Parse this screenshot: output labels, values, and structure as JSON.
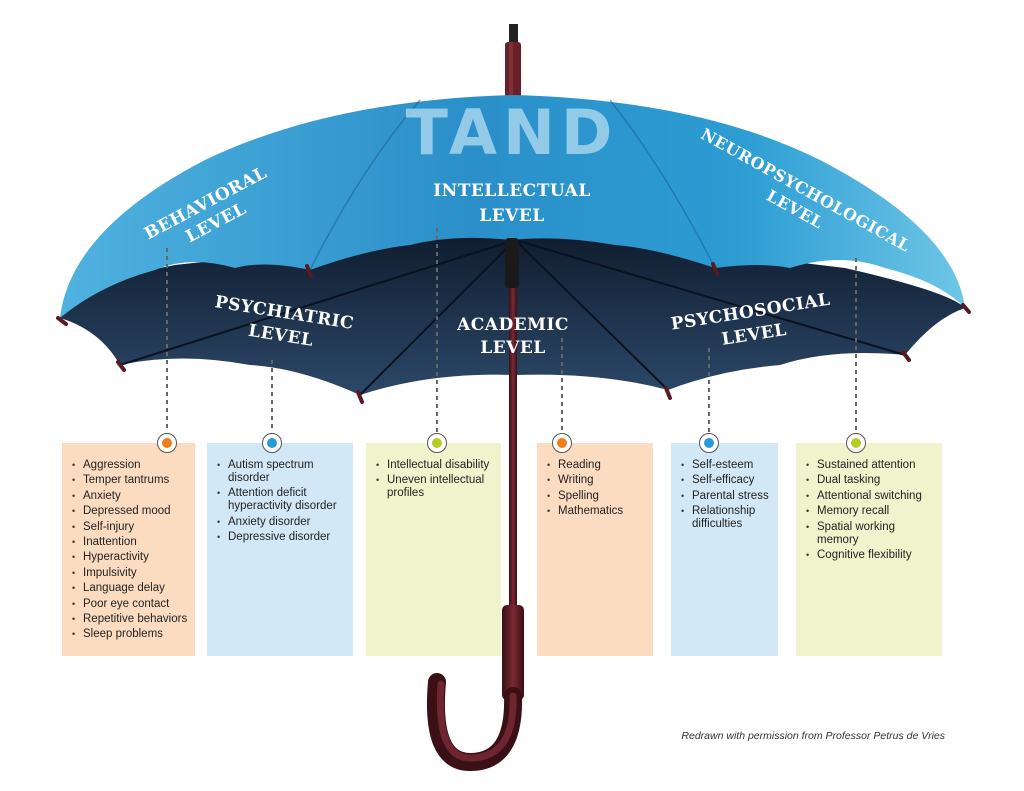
{
  "title": "TAND",
  "canopy_labels": {
    "behavioral": [
      "BEHAVIORAL",
      "LEVEL"
    ],
    "intellectual": [
      "INTELLECTUAL",
      "LEVEL"
    ],
    "neuropsychological": [
      "NEUROPSYCHOLOGICAL",
      "LEVEL"
    ],
    "psychiatric": [
      "PSYCHIATRIC",
      "LEVEL"
    ],
    "academic": [
      "ACADEMIC",
      "LEVEL"
    ],
    "psychosocial": [
      "PSYCHOSOCIAL",
      "LEVEL"
    ]
  },
  "colors": {
    "canopy_top": "#3aa6d6",
    "canopy_dark": "#1f3550",
    "peach_box": "#fbdcc0",
    "blue_box": "#d3e8f6",
    "yellow_box": "#f0f3cb",
    "orange_dot": "#ef7d1a",
    "blue_dot": "#2a9ad7",
    "green_dot": "#b5cc22",
    "handle": "#5a1a22"
  },
  "boxes": [
    {
      "level": "behavioral",
      "items": [
        "Aggression",
        "Temper tantrums",
        "Anxiety",
        "Depressed mood",
        "Self-injury",
        "Inattention",
        "Hyperactivity",
        "Impulsivity",
        "Language delay",
        "Poor eye contact",
        "Repetitive behaviors",
        "Sleep problems"
      ]
    },
    {
      "level": "psychiatric",
      "items": [
        "Autism spectrum disorder",
        "Attention deficit hyperactivity disorder",
        "Anxiety disorder",
        "Depressive disorder"
      ]
    },
    {
      "level": "intellectual",
      "items": [
        "Intellectual disability",
        "Uneven intellectual profiles"
      ]
    },
    {
      "level": "academic",
      "items": [
        "Reading",
        "Writing",
        "Spelling",
        "Mathematics"
      ]
    },
    {
      "level": "psychosocial",
      "items": [
        "Self-esteem",
        "Self-efficacy",
        "Parental stress",
        "Relationship difficulties"
      ]
    },
    {
      "level": "neuropsychological",
      "items": [
        "Sustained attention",
        "Dual tasking",
        "Attentional switching",
        "Memory recall",
        "Spatial working memory",
        "Cognitive flexibility"
      ]
    }
  ],
  "credit": "Redrawn with permission from Professor Petrus de Vries"
}
